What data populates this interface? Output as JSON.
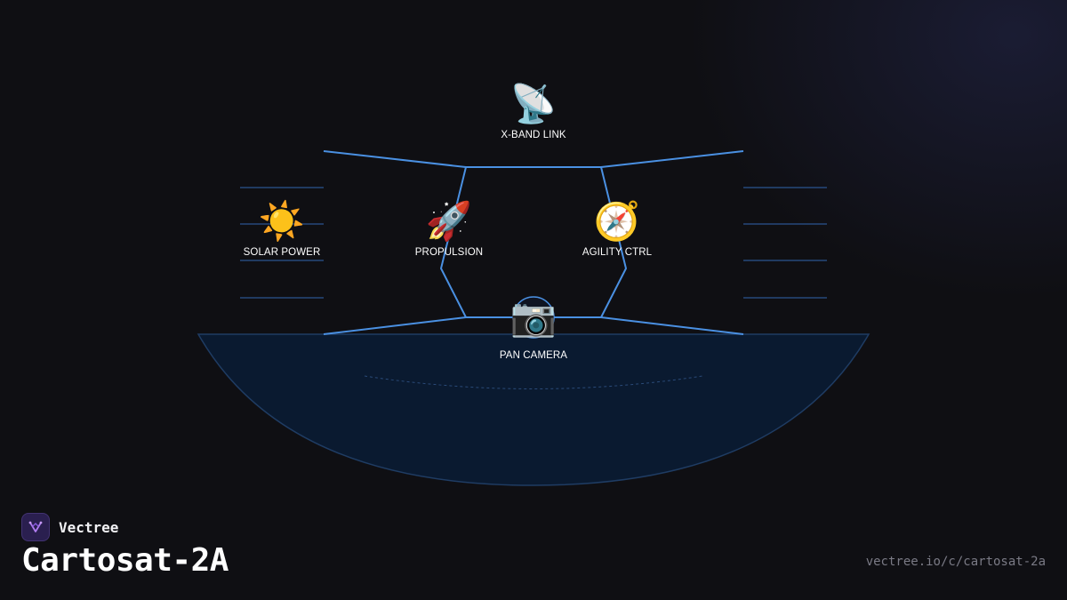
{
  "diagram": {
    "nodes": [
      {
        "id": "xband",
        "label": "X-BAND LINK",
        "icon": "📡",
        "icon_name": "satellite-antenna-icon"
      },
      {
        "id": "solar",
        "label": "SOLAR POWER",
        "icon": "☀️",
        "icon_name": "sun-icon"
      },
      {
        "id": "propulsion",
        "label": "PROPULSION",
        "icon": "🚀",
        "icon_name": "rocket-icon"
      },
      {
        "id": "agility",
        "label": "AGILITY CTRL",
        "icon": "🧭",
        "icon_name": "compass-icon"
      },
      {
        "id": "camera",
        "label": "PAN CAMERA",
        "icon": "📷",
        "icon_name": "camera-icon"
      }
    ],
    "colors": {
      "line": "#4a90e2",
      "panel_line": "#2b5590",
      "earth_fill": "#0a1a30",
      "earth_stroke": "#1f3c63"
    }
  },
  "brand": {
    "name": "Vectree",
    "logo_icon": "vectree-logo-icon",
    "logo_color": "#2a1f4f"
  },
  "title": "Cartosat-2A",
  "url": "vectree.io/c/cartosat-2a"
}
